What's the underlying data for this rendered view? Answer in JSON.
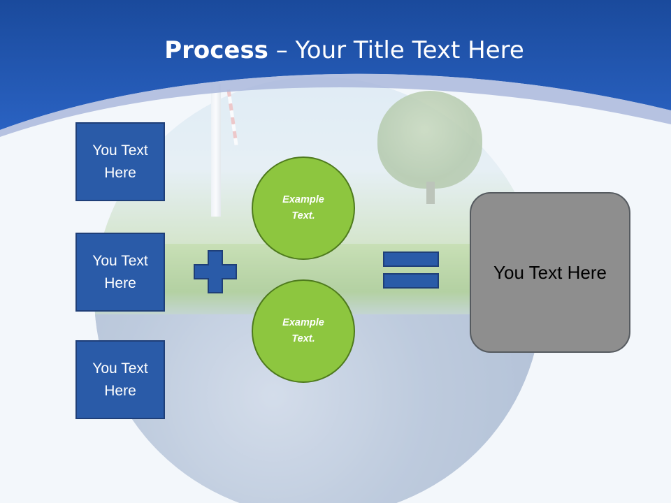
{
  "slide": {
    "title_bold": "Process",
    "title_rest": " – Your Title Text Here",
    "left_boxes": [
      {
        "text": "You Text Here"
      },
      {
        "text": "You Text Here"
      },
      {
        "text": "You Text Here"
      }
    ],
    "circles": [
      {
        "text": "Example Text."
      },
      {
        "text": "Example Text."
      }
    ],
    "result_text": "You Text Here"
  },
  "colors": {
    "header_blue": "#2458b4",
    "box_blue": "#2a5ba8",
    "circle_green": "#8dc63f",
    "result_gray": "#8e8e8e"
  },
  "icons": {
    "operator_1": "plus-icon",
    "operator_2": "equals-icon"
  }
}
